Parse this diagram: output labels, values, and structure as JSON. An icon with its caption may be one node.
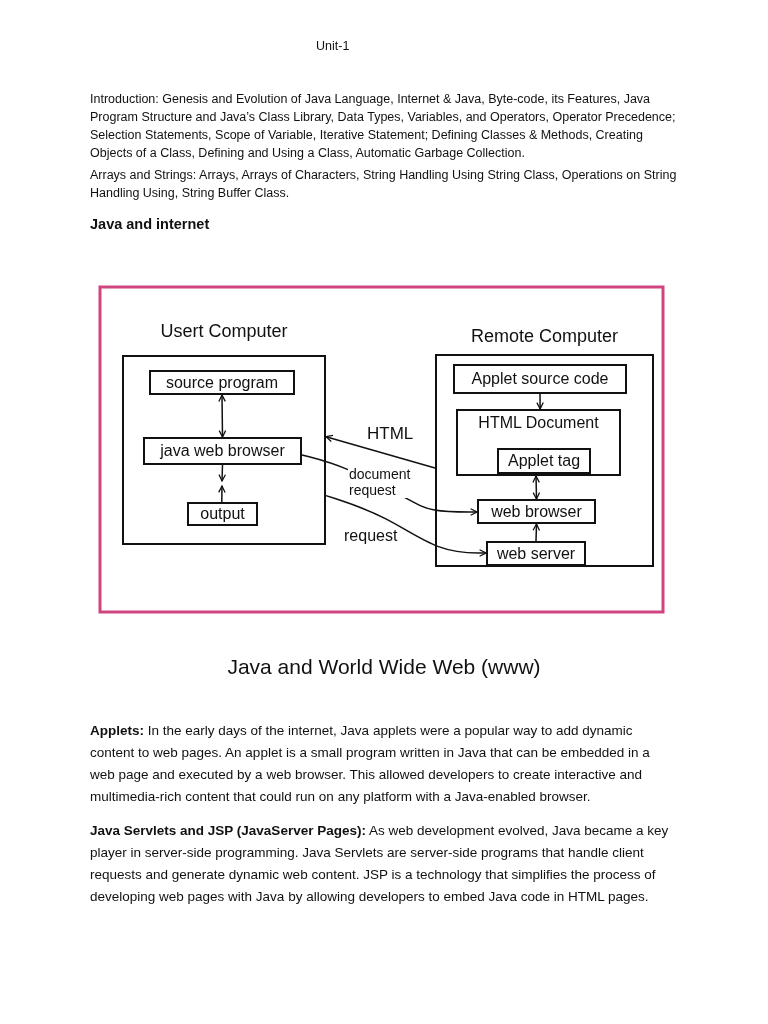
{
  "diagram": {
    "title": "Java and internet",
    "caption": "Java and World Wide Web (www)",
    "nodes": [
      {
        "text": [
          "Usert Computer"
        ]
      },
      {
        "text": [
          "source program"
        ],
        "in": 0
      },
      {
        "text": [
          "java web browser"
        ],
        "in": 0
      },
      {
        "text": [
          "output"
        ],
        "in": 0
      },
      {
        "text": [
          "Remote Computer"
        ]
      },
      {
        "text": [
          "Applet source code"
        ],
        "in": 4
      },
      {
        "text": [
          "HTML Document"
        ],
        "in": 4
      },
      {
        "text": [
          "Applet tag"
        ],
        "in": 6
      },
      {
        "text": [
          "web browser"
        ],
        "in": 4
      },
      {
        "text": [
          "web server"
        ],
        "in": 4
      }
    ],
    "edges": [
      {
        "from": 1,
        "to": 2,
        "arrow": "both"
      },
      {
        "from": 2,
        "to": null,
        "arrow": "to"
      },
      {
        "from": 3,
        "to": null,
        "arrow": "to"
      },
      {
        "from": 5,
        "to": 6,
        "arrow": "to"
      },
      {
        "from": 6,
        "to": 8,
        "arrow": "both"
      },
      {
        "from": 9,
        "to": 8,
        "arrow": "to"
      },
      {
        "from": 4,
        "to": 0,
        "arrow": "to",
        "label": "HTML"
      },
      {
        "from": 2,
        "to": 8,
        "arrow": "to",
        "label": "document request"
      },
      {
        "from": 0,
        "to": 9,
        "arrow": "to",
        "label": "request"
      }
    ],
    "labels": [
      "Unit-1",
      "Introduction: Genesis and Evolution of Java Language, Internet & Java, Byte-code, its Features, Java Program Structure and Java’s Class Library, Data Types, Variables, and Operators, Operator Precedence; Selection Statements, Scope of Variable, Iterative Statement; Defining Classes & Methods, Creating Objects of a Class, Defining and Using a Class, Automatic Garbage Collection.",
      "Arrays and Strings: Arrays, Arrays of Characters, String Handling Using String Class, Operations on String Handling Using, String Buffer Class.",
      "**Applets:** In the early days of the internet, Java applets were a popular way to add dynamic content to web pages. An applet is a small program written in Java that can be embedded in a web page and executed by a web browser. This allowed developers to create interactive and multimedia-rich content that could run on any platform with a Java-enabled browser.",
      "**Java Servlets and JSP (JavaServer Pages):** As web development evolved, Java became a key player in server-side programming. Java Servlets are server-side programs that handle client requests and generate dynamic web content. JSP is a technology that simplifies the process of developing web pages with Java by allowing developers to embed Java code in HTML pages."
    ]
  }
}
